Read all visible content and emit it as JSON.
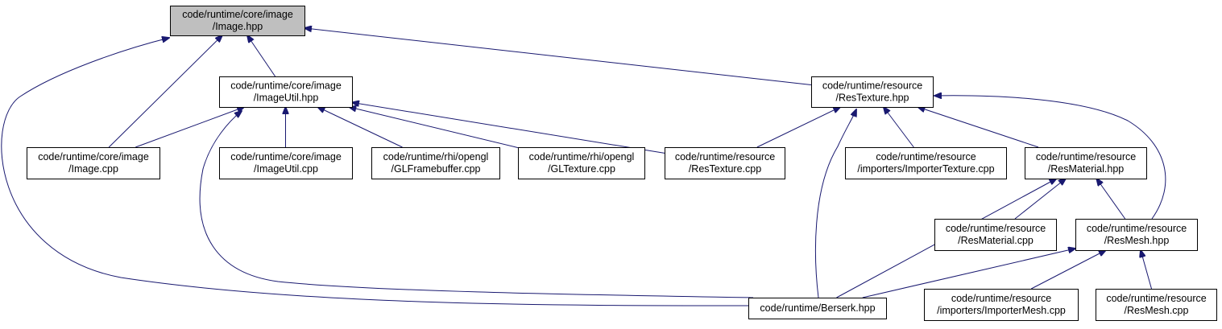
{
  "colors": {
    "edge": "#191970",
    "node_border": "#000000",
    "node_fill": "#ffffff",
    "highlight_fill": "#bfbfbf",
    "text": "#000000"
  },
  "nodes": [
    {
      "id": "image_hpp",
      "lines": [
        "code/runtime/core/image",
        "/Image.hpp"
      ],
      "highlighted": true
    },
    {
      "id": "imageutil_hpp",
      "lines": [
        "code/runtime/core/image",
        "/ImageUtil.hpp"
      ]
    },
    {
      "id": "restexture_hpp",
      "lines": [
        "code/runtime/resource",
        "/ResTexture.hpp"
      ]
    },
    {
      "id": "image_cpp",
      "lines": [
        "code/runtime/core/image",
        "/Image.cpp"
      ]
    },
    {
      "id": "imageutil_cpp",
      "lines": [
        "code/runtime/core/image",
        "/ImageUtil.cpp"
      ]
    },
    {
      "id": "glframebuffer_cpp",
      "lines": [
        "code/runtime/rhi/opengl",
        "/GLFramebuffer.cpp"
      ]
    },
    {
      "id": "gltexture_cpp",
      "lines": [
        "code/runtime/rhi/opengl",
        "/GLTexture.cpp"
      ]
    },
    {
      "id": "restexture_cpp",
      "lines": [
        "code/runtime/resource",
        "/ResTexture.cpp"
      ]
    },
    {
      "id": "importertexture_cpp",
      "lines": [
        "code/runtime/resource",
        "/importers/ImporterTexture.cpp"
      ]
    },
    {
      "id": "resmaterial_hpp",
      "lines": [
        "code/runtime/resource",
        "/ResMaterial.hpp"
      ]
    },
    {
      "id": "resmaterial_cpp",
      "lines": [
        "code/runtime/resource",
        "/ResMaterial.cpp"
      ]
    },
    {
      "id": "resmesh_hpp",
      "lines": [
        "code/runtime/resource",
        "/ResMesh.hpp"
      ]
    },
    {
      "id": "berserk_hpp",
      "lines": [
        "code/runtime/Berserk.hpp"
      ]
    },
    {
      "id": "importermesh_cpp",
      "lines": [
        "code/runtime/resource",
        "/importers/ImporterMesh.cpp"
      ]
    },
    {
      "id": "resmesh_cpp",
      "lines": [
        "code/runtime/resource",
        "/ResMesh.cpp"
      ]
    }
  ],
  "edges": [
    {
      "from": "imageutil_hpp",
      "to": "image_hpp"
    },
    {
      "from": "image_cpp",
      "to": "image_hpp"
    },
    {
      "from": "berserk_hpp",
      "to": "image_hpp"
    },
    {
      "from": "restexture_hpp",
      "to": "image_hpp"
    },
    {
      "from": "image_cpp",
      "to": "imageutil_hpp"
    },
    {
      "from": "imageutil_cpp",
      "to": "imageutil_hpp"
    },
    {
      "from": "glframebuffer_cpp",
      "to": "imageutil_hpp"
    },
    {
      "from": "gltexture_cpp",
      "to": "imageutil_hpp"
    },
    {
      "from": "restexture_cpp",
      "to": "imageutil_hpp"
    },
    {
      "from": "berserk_hpp",
      "to": "imageutil_hpp"
    },
    {
      "from": "restexture_cpp",
      "to": "restexture_hpp"
    },
    {
      "from": "berserk_hpp",
      "to": "restexture_hpp"
    },
    {
      "from": "importertexture_cpp",
      "to": "restexture_hpp"
    },
    {
      "from": "resmaterial_hpp",
      "to": "restexture_hpp"
    },
    {
      "from": "resmesh_hpp",
      "to": "restexture_hpp"
    },
    {
      "from": "berserk_hpp",
      "to": "resmaterial_hpp"
    },
    {
      "from": "resmaterial_cpp",
      "to": "resmaterial_hpp"
    },
    {
      "from": "resmesh_hpp",
      "to": "resmaterial_hpp"
    },
    {
      "from": "berserk_hpp",
      "to": "resmesh_hpp"
    },
    {
      "from": "importermesh_cpp",
      "to": "resmesh_hpp"
    },
    {
      "from": "resmesh_cpp",
      "to": "resmesh_hpp"
    }
  ]
}
